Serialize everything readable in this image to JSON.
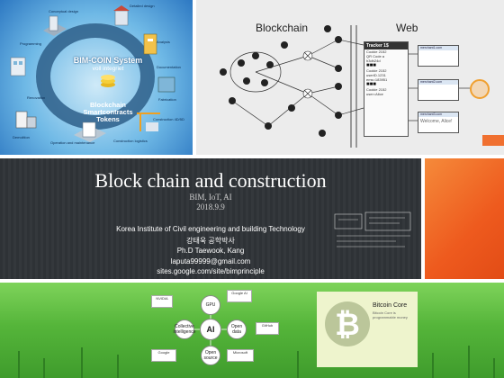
{
  "bim_slide": {
    "title": "BIM-COIN System",
    "subtitle": "voll integriet",
    "center_line1": "Blockchain",
    "center_line2": "Smartcontracts",
    "center_line3": "Tokens",
    "labels": [
      "Conceptual design",
      "Detailed design",
      "Analysis",
      "Documentation",
      "Fabrication",
      "Construction 4D/5D",
      "Construction logistics",
      "Operation and maintenance",
      "Demolition",
      "Renovation",
      "Programming"
    ]
  },
  "chain_slide": {
    "left_heading": "Blockchain",
    "right_heading": "Web",
    "tracker_header": "Tracker 1$",
    "tracker_lines": [
      "Cookie 2152",
      "QR Code a",
      "h3dh24d",
      "Cookie 2152",
      "userID.1231",
      "ems=183951",
      "Cookie 2152",
      "user=Alice"
    ],
    "sites": [
      {
        "name": "merchant1.com",
        "text": ""
      },
      {
        "name": "merchant2.com",
        "text": ""
      },
      {
        "name": "merchant3.com",
        "text": "Welcome, Alice!"
      }
    ],
    "colors": {
      "accent": "#f07030",
      "coin": "#222222"
    }
  },
  "title_slide": {
    "title": "Block chain and construction",
    "subtitle": "BIM, IoT, AI",
    "date": "2018.9.9",
    "institute": "Korea Institute of Civil engineering and building Technology",
    "name_korean": "강태욱 공학박사",
    "name": "Ph.D  Taewook, Kang",
    "email": "laputa99999@gmail.com",
    "site": "sites.google.com/site/bimprinciple"
  },
  "mind_map": {
    "nodes": [
      "GPU",
      "Collective intelligence",
      "AI",
      "Open data",
      "Open source"
    ],
    "logos": [
      "NVIDIA",
      "Google AI",
      "GitHub",
      "Google",
      "Microsoft"
    ]
  },
  "bitcoin_card": {
    "title": "Bitcoin Core",
    "subtitle": "Bitcoin Core is programmable money",
    "icon": "bitcoin-icon"
  }
}
